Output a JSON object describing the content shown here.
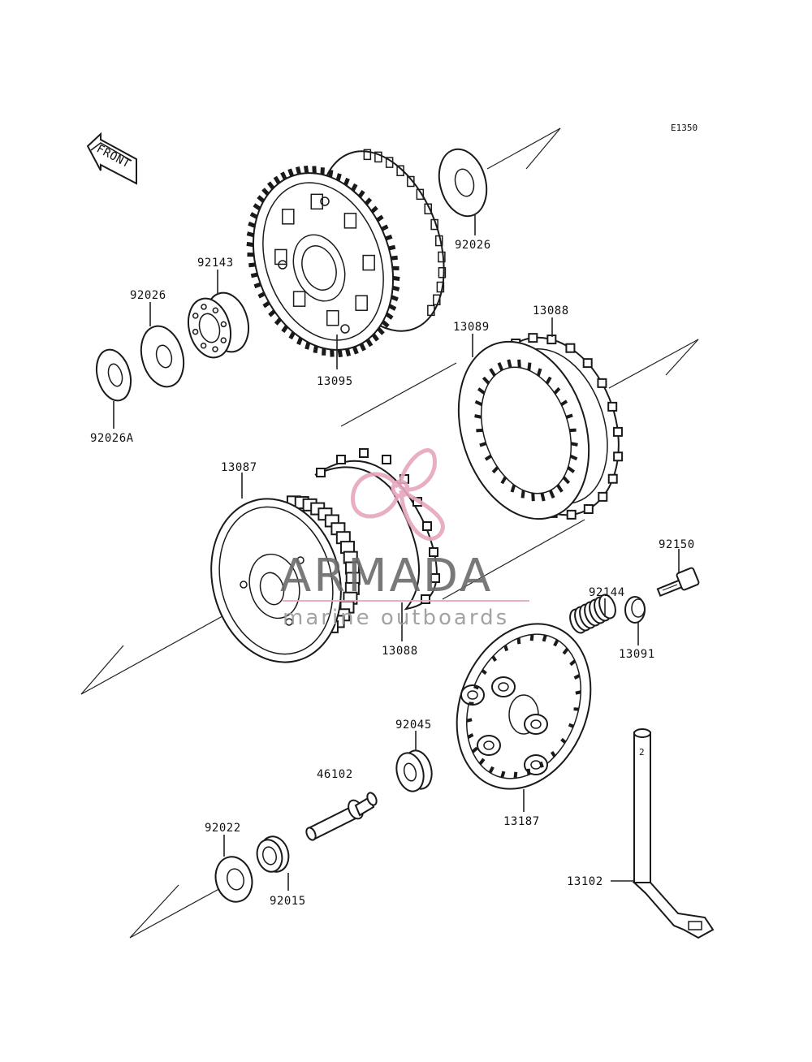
{
  "diagram": {
    "code": "E1350",
    "front_label": "FRONT",
    "parts": [
      {
        "id": "13095"
      },
      {
        "id": "92026"
      },
      {
        "id": "92143"
      },
      {
        "id": "92026"
      },
      {
        "id": "92026A"
      },
      {
        "id": "13089"
      },
      {
        "id": "13088"
      },
      {
        "id": "13087"
      },
      {
        "id": "13088"
      },
      {
        "id": "92150"
      },
      {
        "id": "92144"
      },
      {
        "id": "13091"
      },
      {
        "id": "92045"
      },
      {
        "id": "46102"
      },
      {
        "id": "13187"
      },
      {
        "id": "92022"
      },
      {
        "id": "92015"
      },
      {
        "id": "13102"
      }
    ]
  },
  "watermark": {
    "brand": "ARMADA",
    "tagline": "marine outboards",
    "colors": {
      "logo": "#e6a6be",
      "brand": "#6b6b6b",
      "tagline": "#9a9a9a",
      "rule": "#e6a6be"
    }
  }
}
